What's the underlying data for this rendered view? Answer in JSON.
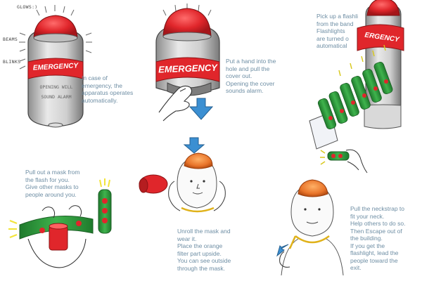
{
  "steps": [
    {
      "id": "step1",
      "lines": [
        "In case of",
        "emergency, the",
        "apparatus operates",
        "automatically."
      ]
    },
    {
      "id": "step2",
      "lines": [
        "Put a hand into the",
        "hole and pull the",
        "cover out.",
        "Opening the cover",
        "sounds alarm."
      ]
    },
    {
      "id": "step3",
      "lines": [
        "Pick up a flashli",
        "from the band",
        "Flashlights",
        "are turned o",
        "automatical"
      ]
    },
    {
      "id": "step4",
      "lines": [
        "Pull out a mask from",
        "the flash for you.",
        "Give other masks to",
        "people around you."
      ]
    },
    {
      "id": "step5",
      "lines": [
        "Unroll the mask and",
        "wear it.",
        "Place the orange",
        "filter part upside.",
        "You can see outside",
        "through the mask."
      ]
    },
    {
      "id": "step6",
      "lines": [
        "Pull the neckstrap to",
        "fit your neck.",
        "Help others to do so.",
        "Then Escape out of",
        "the building.",
        "If you get the",
        "flashlight, lead the",
        "people toward the",
        "exit."
      ]
    }
  ],
  "annotations": {
    "glows": "GLOWS:)",
    "beams": "BEAMS",
    "blinks": "BLINKS"
  },
  "device": {
    "band_label": "EMERGENCY",
    "band_label_partial": "ERGENCY",
    "body_text_1": "OPENING WILL",
    "body_text_2": "SOUND ALARM"
  },
  "colors": {
    "caption": "#6e8ea4",
    "red": "#e0262b",
    "green": "#2f9a3c",
    "orange": "#e8742a",
    "arrow": "#3b8fd2",
    "yellow": "#f2e43a"
  }
}
